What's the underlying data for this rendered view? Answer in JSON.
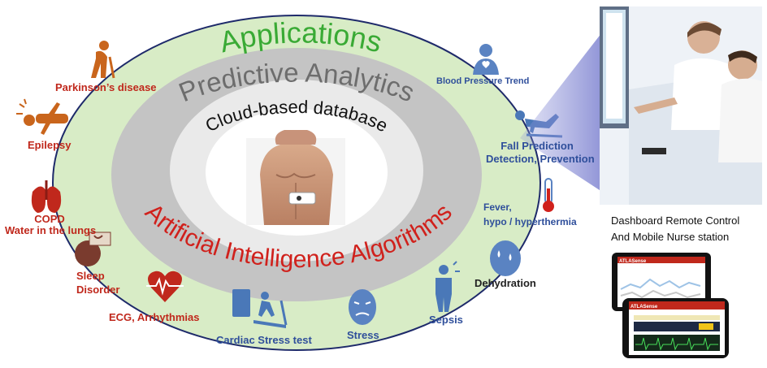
{
  "rings": {
    "outer_title": "Applications",
    "middle_title": "Predictive Analytics",
    "inner_title": "Cloud-based database",
    "ai_title": "Artificial Intelligence Algorithms"
  },
  "left_apps": [
    {
      "name": "Parkinson’s disease",
      "icon": "parkinsons-person-icon"
    },
    {
      "name": "Epilepsy",
      "icon": "seizure-person-icon"
    },
    {
      "name": "COPD",
      "name2": "Water in the lungs",
      "icon": "lungs-icon"
    },
    {
      "name": "Sleep",
      "name2": "Disorder",
      "icon": "sleeping-head-icon"
    },
    {
      "name": "ECG, Arrhythmias",
      "icon": "heart-ecg-icon"
    }
  ],
  "bottom_apps": [
    {
      "name": "Cardiac Stress test",
      "icon": "treadmill-icon"
    },
    {
      "name": "Stress",
      "icon": "stressed-face-icon"
    },
    {
      "name": "Sepsis",
      "icon": "sepsis-person-icon"
    }
  ],
  "right_apps": [
    {
      "name": "Blood Pressure Trend",
      "icon": "bp-person-icon"
    },
    {
      "name": "Fall Prediction",
      "name2": "Detection, Prevention",
      "icon": "falling-person-icon"
    },
    {
      "name": "Fever,",
      "name2": "hypo / hyperthermia",
      "icon": "thermometer-icon"
    },
    {
      "name": "Dehydration",
      "icon": "dehydrated-head-icon"
    }
  ],
  "dashboard": {
    "caption_line1": "Dashboard Remote Control",
    "caption_line2": "And Mobile Nurse station",
    "logo_text": "ATLASense"
  },
  "colors": {
    "outer_ring": "#d8ecc6",
    "middle_ring": "#c4c4c4",
    "inner_ring": "#eaeaea",
    "green_title": "#3aaa35",
    "gray_title": "#6d6d6d",
    "red_text": "#d0211c",
    "blue_text": "#2f4f9b",
    "red_label": "#c0281c"
  }
}
